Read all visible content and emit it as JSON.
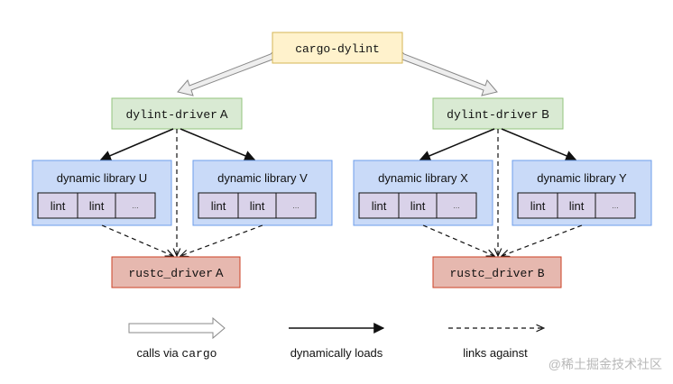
{
  "colors": {
    "cargo_fill": "#fff2cc",
    "cargo_stroke": "#d6b656",
    "driver_fill": "#d9ead3",
    "driver_stroke": "#93c47d",
    "lib_fill": "#c9daf8",
    "lib_stroke": "#6d9eeb",
    "lint_fill": "#d9d2e9",
    "rustc_fill": "#e6b8af",
    "rustc_stroke": "#cc4125",
    "arrow_dark": "#111111",
    "hollow_fill": "#eeeeee",
    "hollow_stroke": "#888888"
  },
  "nodes": {
    "cargo": {
      "label": "cargo-dylint"
    },
    "driver_a": {
      "prefix": "dylint-driver",
      "suffix": "A"
    },
    "driver_b": {
      "prefix": "dylint-driver",
      "suffix": "B"
    },
    "lib_u": {
      "label": "dynamic library U",
      "lints": [
        "lint",
        "lint",
        "..."
      ]
    },
    "lib_v": {
      "label": "dynamic library V",
      "lints": [
        "lint",
        "lint",
        "..."
      ]
    },
    "lib_x": {
      "label": "dynamic library X",
      "lints": [
        "lint",
        "lint",
        "..."
      ]
    },
    "lib_y": {
      "label": "dynamic library Y",
      "lints": [
        "lint",
        "lint",
        "..."
      ]
    },
    "rustc_a": {
      "prefix": "rustc_driver",
      "suffix": "A"
    },
    "rustc_b": {
      "prefix": "rustc_driver",
      "suffix": "B"
    }
  },
  "legend": {
    "calls_prefix": "calls via",
    "calls_code": "cargo",
    "loads": "dynamically loads",
    "links": "links against"
  },
  "watermark": "@稀土掘金技术社区"
}
